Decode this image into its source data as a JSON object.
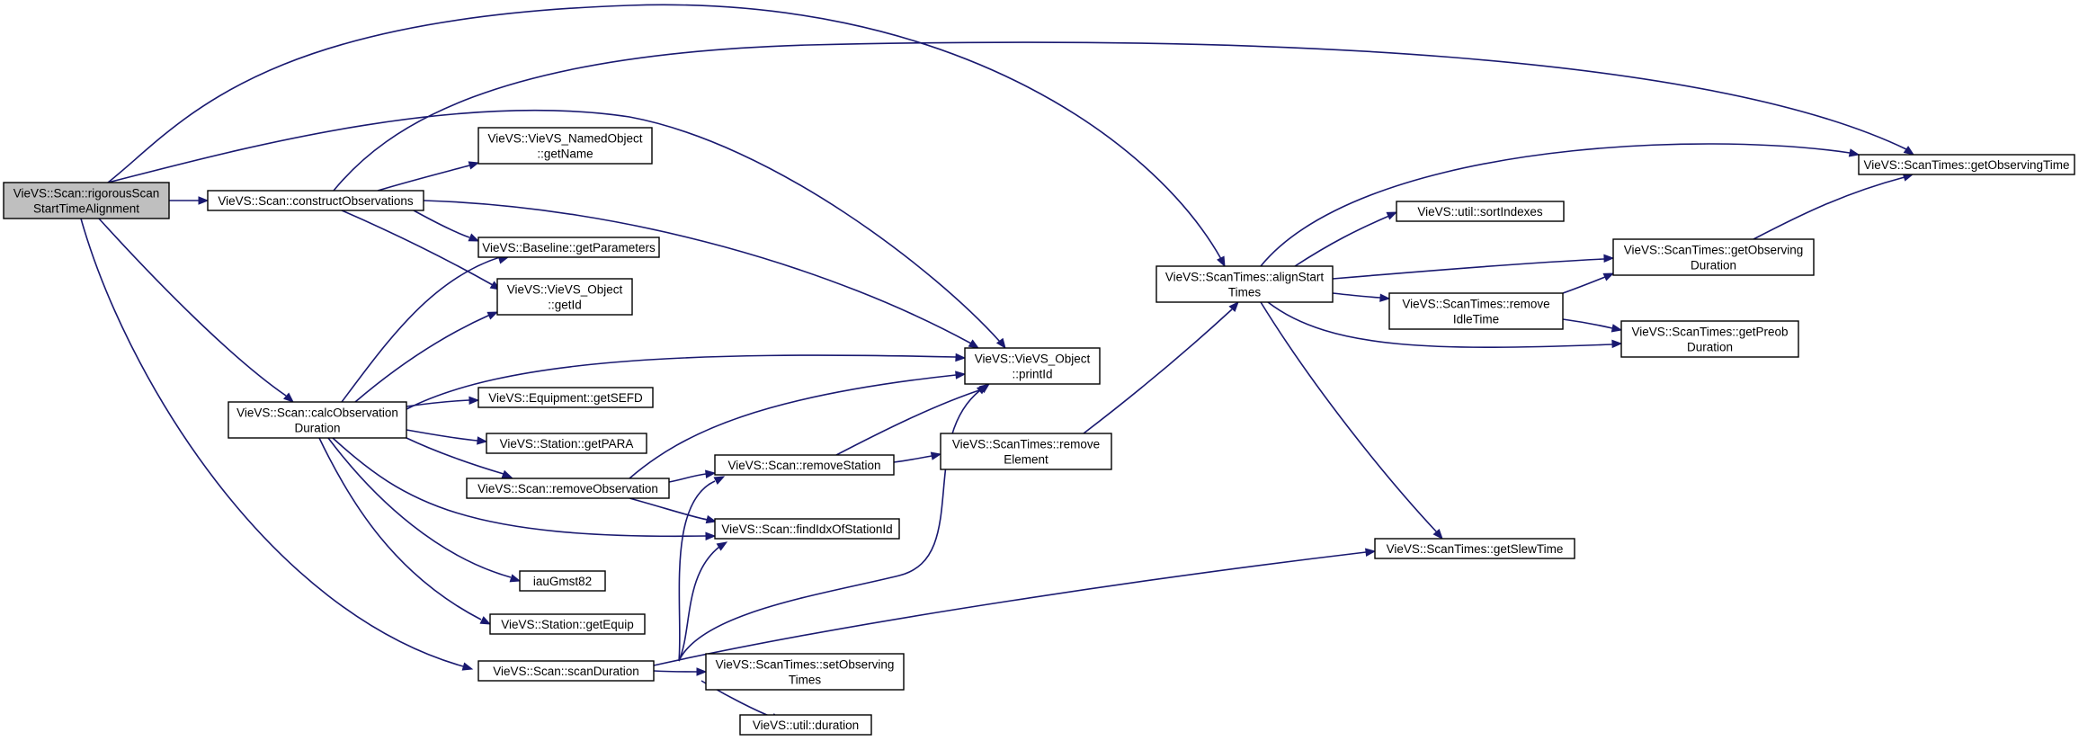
{
  "graph": {
    "root_fill": "#bfbfbf",
    "edge_color": "#191970",
    "nodes": [
      {
        "id": "rigorous",
        "lines": [
          "VieVS::Scan::rigorousScan",
          "StartTimeAlignment"
        ],
        "root": true
      },
      {
        "id": "construct",
        "lines": [
          "VieVS::Scan::constructObservations"
        ]
      },
      {
        "id": "named",
        "lines": [
          "VieVS::VieVS_NamedObject",
          "::getName"
        ]
      },
      {
        "id": "baseline",
        "lines": [
          "VieVS::Baseline::getParameters"
        ]
      },
      {
        "id": "getid",
        "lines": [
          "VieVS::VieVS_Object",
          "::getId"
        ]
      },
      {
        "id": "printid",
        "lines": [
          "VieVS::VieVS_Object",
          "::printId"
        ]
      },
      {
        "id": "calc",
        "lines": [
          "VieVS::Scan::calcObservation",
          "Duration"
        ]
      },
      {
        "id": "sefd",
        "lines": [
          "VieVS::Equipment::getSEFD"
        ]
      },
      {
        "id": "para",
        "lines": [
          "VieVS::Station::getPARA"
        ]
      },
      {
        "id": "removeobs",
        "lines": [
          "VieVS::Scan::removeObservation"
        ]
      },
      {
        "id": "removestation",
        "lines": [
          "VieVS::Scan::removeStation"
        ]
      },
      {
        "id": "findidx",
        "lines": [
          "VieVS::Scan::findIdxOfStationId"
        ]
      },
      {
        "id": "gmst",
        "lines": [
          "iauGmst82"
        ]
      },
      {
        "id": "getequip",
        "lines": [
          "VieVS::Station::getEquip"
        ]
      },
      {
        "id": "scandur",
        "lines": [
          "VieVS::Scan::scanDuration"
        ]
      },
      {
        "id": "setobs",
        "lines": [
          "VieVS::ScanTimes::setObserving",
          "Times"
        ]
      },
      {
        "id": "duration",
        "lines": [
          "VieVS::util::duration"
        ]
      },
      {
        "id": "removeelem",
        "lines": [
          "VieVS::ScanTimes::remove",
          "Element"
        ]
      },
      {
        "id": "align",
        "lines": [
          "VieVS::ScanTimes::alignStart",
          "Times"
        ]
      },
      {
        "id": "sortidx",
        "lines": [
          "VieVS::util::sortIndexes"
        ]
      },
      {
        "id": "removeidle",
        "lines": [
          "VieVS::ScanTimes::remove",
          "IdleTime"
        ]
      },
      {
        "id": "getobsdur",
        "lines": [
          "VieVS::ScanTimes::getObserving",
          "Duration"
        ]
      },
      {
        "id": "getpreob",
        "lines": [
          "VieVS::ScanTimes::getPreob",
          "Duration"
        ]
      },
      {
        "id": "getslew",
        "lines": [
          "VieVS::ScanTimes::getSlewTime"
        ]
      },
      {
        "id": "getobstime",
        "lines": [
          "VieVS::ScanTimes::getObservingTime"
        ]
      }
    ],
    "edges": [
      [
        "rigorous",
        "construct"
      ],
      [
        "rigorous",
        "printid"
      ],
      [
        "rigorous",
        "calc"
      ],
      [
        "rigorous",
        "scandur"
      ],
      [
        "rigorous",
        "align"
      ],
      [
        "construct",
        "named"
      ],
      [
        "construct",
        "baseline"
      ],
      [
        "construct",
        "getid"
      ],
      [
        "construct",
        "printid"
      ],
      [
        "construct",
        "getobstime"
      ],
      [
        "calc",
        "baseline"
      ],
      [
        "calc",
        "getid"
      ],
      [
        "calc",
        "printid"
      ],
      [
        "calc",
        "sefd"
      ],
      [
        "calc",
        "para"
      ],
      [
        "calc",
        "removeobs"
      ],
      [
        "calc",
        "findidx"
      ],
      [
        "calc",
        "gmst"
      ],
      [
        "calc",
        "getequip"
      ],
      [
        "removeobs",
        "printid"
      ],
      [
        "removeobs",
        "removestation"
      ],
      [
        "removeobs",
        "findidx"
      ],
      [
        "removestation",
        "printid"
      ],
      [
        "removestation",
        "removeelem"
      ],
      [
        "removeelem",
        "align"
      ],
      [
        "scandur",
        "removestation"
      ],
      [
        "scandur",
        "findidx"
      ],
      [
        "scandur",
        "printid"
      ],
      [
        "scandur",
        "setobs"
      ],
      [
        "scandur",
        "duration"
      ],
      [
        "scandur",
        "getslew"
      ],
      [
        "align",
        "sortidx"
      ],
      [
        "align",
        "getobsdur"
      ],
      [
        "align",
        "removeidle"
      ],
      [
        "align",
        "getpreob"
      ],
      [
        "align",
        "getslew"
      ],
      [
        "align",
        "getobstime"
      ],
      [
        "removeidle",
        "getobsdur"
      ],
      [
        "removeidle",
        "getpreob"
      ],
      [
        "getobsdur",
        "getobstime"
      ]
    ]
  }
}
